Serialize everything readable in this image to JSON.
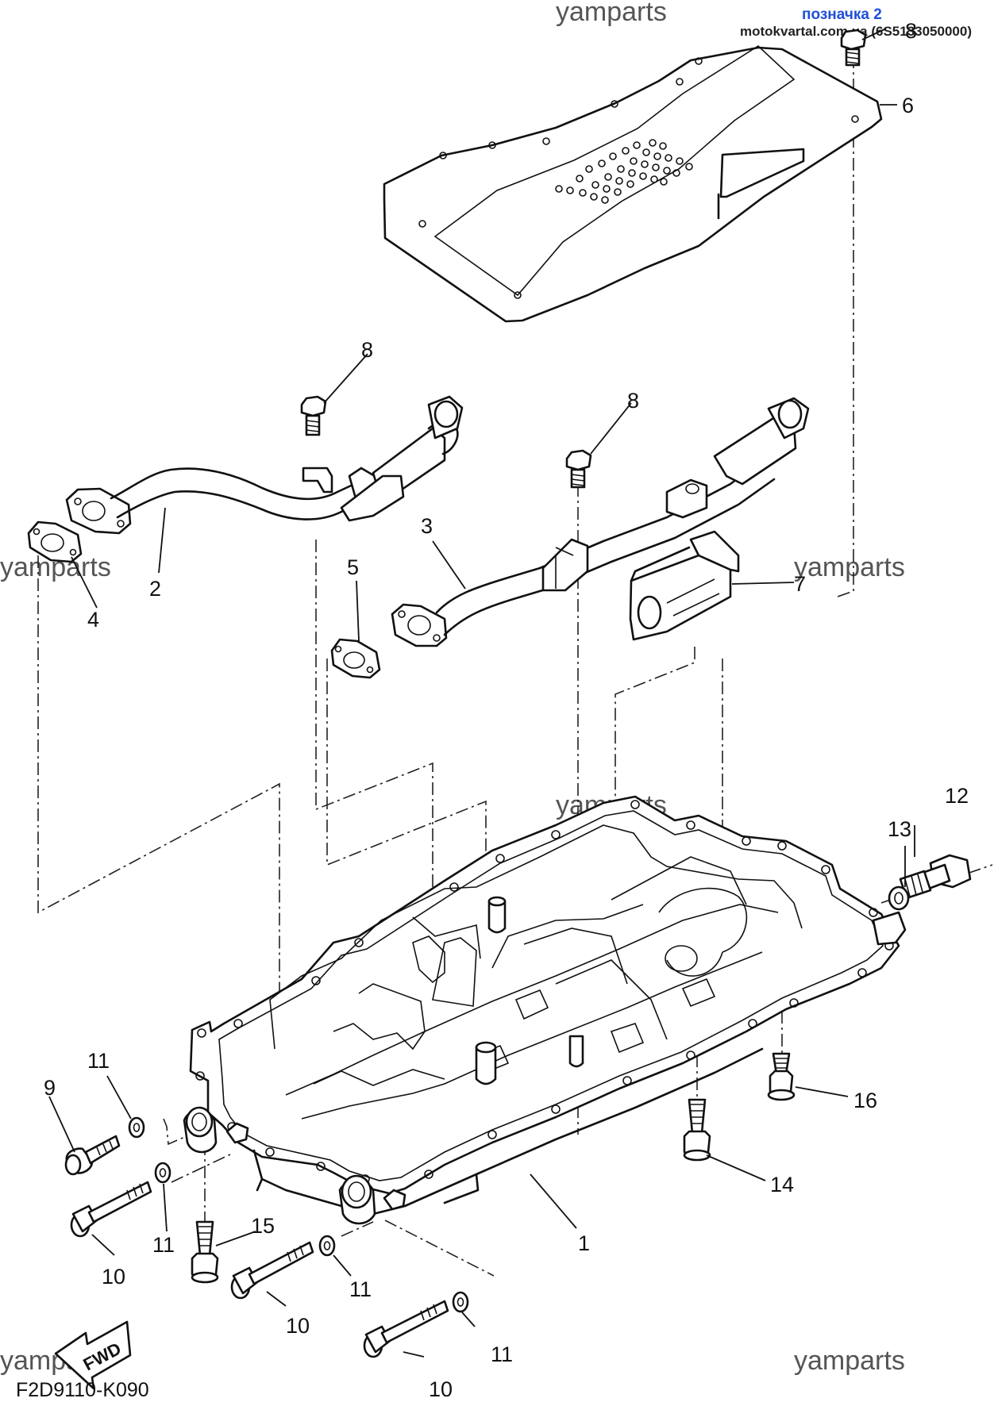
{
  "header": {
    "link_text": "позначка 2",
    "source_text": "motokvartal.com.ua (6S5133050000)"
  },
  "watermark": "yamparts",
  "diagram_code": "F2D9110-K090",
  "fwd_label": "FWD",
  "callouts": {
    "c1": "1",
    "c2": "2",
    "c3": "3",
    "c4": "4",
    "c5": "5",
    "c6": "6",
    "c7": "7",
    "c8a": "8",
    "c8b": "8",
    "c8c": "8",
    "c9": "9",
    "c10a": "10",
    "c10b": "10",
    "c10c": "10",
    "c11a": "11",
    "c11b": "11",
    "c11c": "11",
    "c11d": "11",
    "c12": "12",
    "c13": "13",
    "c14": "14",
    "c15": "15",
    "c16": "16"
  }
}
